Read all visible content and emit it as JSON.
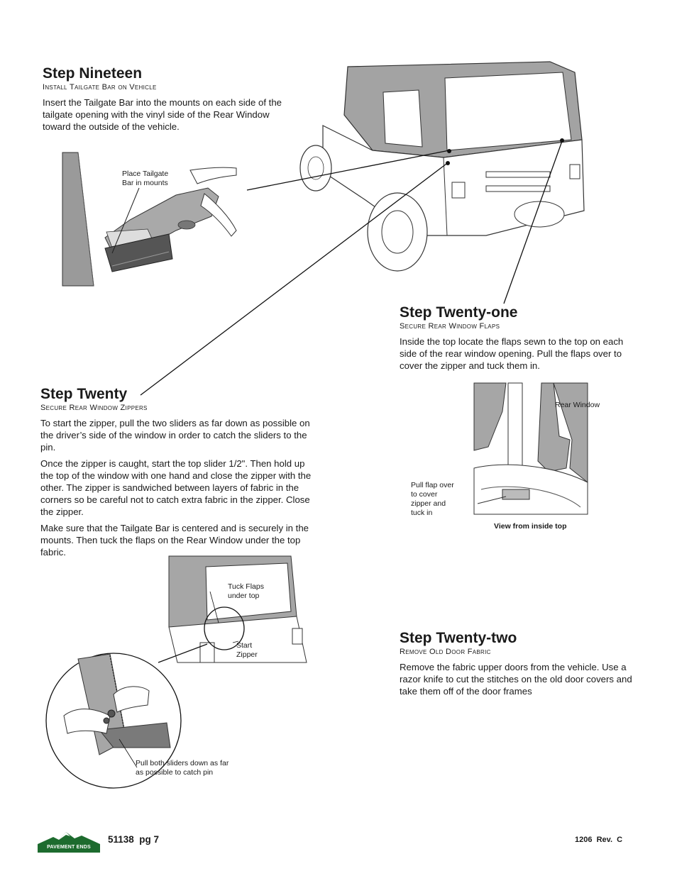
{
  "steps": {
    "nineteen": {
      "title": "Step Nineteen",
      "subtitle": "Install Tailgate Bar on Vehicle",
      "body": "Insert the Tailgate Bar into the mounts on each side of the tailgate opening with the vinyl side of the Rear Window toward the outside of the vehicle.",
      "callout": "Place Tailgate Bar in mounts"
    },
    "twenty": {
      "title": "Step Twenty",
      "subtitle": "Secure Rear Window Zippers",
      "paragraphs": [
        "To start the zipper, pull the two sliders as far down as possible on the driver’s side of the window in order to catch the sliders to the pin.",
        "Once the zipper is caught, start the top slider 1/2\". Then hold up the top of the window with one hand and close the zipper with the other. The zipper is sandwiched between layers of fabric in the corners so be careful not to catch extra fabric in the zipper. Close the zipper.",
        "Make sure that the Tailgate Bar is centered and is securely in the mounts. Then tuck the flaps on the Rear Window under the  top fabric."
      ],
      "callout_tuck_1": "Tuck Flaps",
      "callout_tuck_2": "under top",
      "callout_start_1": "Start",
      "callout_start_2": "Zipper",
      "callout_pull_1": "Pull both sliders down as far",
      "callout_pull_2": "as possible to catch pin"
    },
    "twenty_one": {
      "title": "Step Twenty-one",
      "subtitle": "Secure Rear Window Flaps",
      "body": "Inside the top locate the flaps sewn to the top on each side of the rear window opening. Pull the flaps over to cover the zipper and tuck them in.",
      "callout_rear": "Rear Window",
      "callout_pull_1": "Pull flap over",
      "callout_pull_2": "to cover",
      "callout_pull_3": "zipper and",
      "callout_pull_4": "tuck in",
      "caption": "View from inside top"
    },
    "twenty_two": {
      "title": "Step Twenty-two",
      "subtitle": "Remove Old Door Fabric",
      "body": "Remove the fabric upper doors from the vehicle. Use a razor knife to cut the stitches on the old door covers and take them off of the door frames"
    }
  },
  "footer": {
    "logo_text": "PAVEMENT ENDS",
    "page_ref": "51138  pg 7",
    "revision": "1206  Rev.  C"
  }
}
